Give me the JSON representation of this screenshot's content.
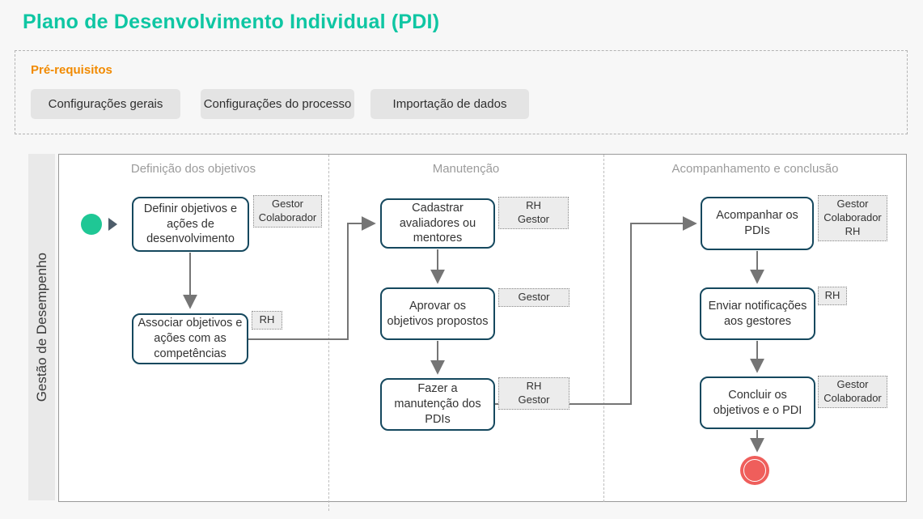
{
  "title": "Plano de Desenvolvimento Individual (PDI)",
  "colors": {
    "title-green": "#0fc6a3",
    "start-green": "#1fc795",
    "end-red": "#ef5e5b",
    "box-border": "#15485e",
    "orange": "#f18a00",
    "arrow": "#757575"
  },
  "prereq": {
    "label": "Pré-requisitos",
    "buttons": [
      "Configurações gerais",
      "Configurações do processo",
      "Importação de dados"
    ]
  },
  "lane": {
    "label": "Gestão de Desempenho"
  },
  "columns": [
    {
      "label": "Definição dos objetivos"
    },
    {
      "label": "Manutenção"
    },
    {
      "label": "Acompanhamento e conclusão"
    }
  ],
  "nodes": [
    {
      "label": "Definir objetivos e ações de desenvolvimento",
      "roles": "Gestor\nColaborador"
    },
    {
      "label": "Associar objetivos e ações com as competências",
      "roles": "RH"
    },
    {
      "label": "Cadastrar avaliadores ou mentores",
      "roles": "RH\nGestor"
    },
    {
      "label": "Aprovar os objetivos propostos",
      "roles": "Gestor"
    },
    {
      "label": "Fazer a manutenção dos PDIs",
      "roles": "RH\nGestor"
    },
    {
      "label": "Acompanhar os PDIs",
      "roles": "Gestor\nColaborador\nRH"
    },
    {
      "label": "Enviar notificações aos gestores",
      "roles": "RH"
    },
    {
      "label": "Concluir os objetivos e o PDI",
      "roles": "Gestor\nColaborador"
    }
  ]
}
